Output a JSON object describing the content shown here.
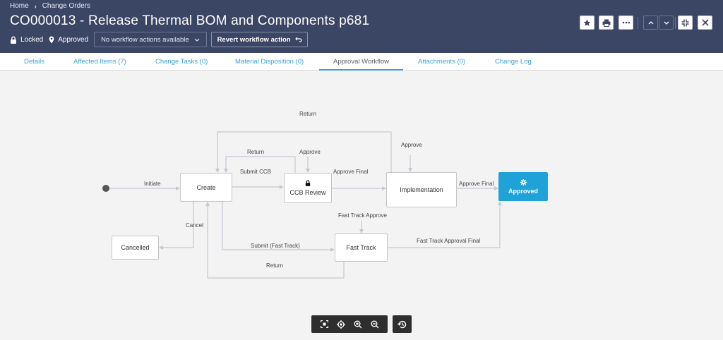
{
  "breadcrumb": {
    "home": "Home",
    "section": "Change Orders"
  },
  "title": "CO000013 - Release Thermal BOM and Components p681",
  "status": {
    "lock": "Locked",
    "state": "Approved"
  },
  "workflow_select": {
    "value": "No workflow actions available"
  },
  "revert_button": {
    "label": "Revert workflow action"
  },
  "tabs": [
    {
      "label": "Details"
    },
    {
      "label": "Affected Items (7)"
    },
    {
      "label": "Change Tasks (0)"
    },
    {
      "label": "Material Disposition (0)"
    },
    {
      "label": "Approval Workflow",
      "active": true
    },
    {
      "label": "Attachments (0)"
    },
    {
      "label": "Change Log"
    }
  ],
  "nodes": {
    "create": "Create",
    "ccb_review": "CCB Review",
    "implementation": "Implementation",
    "approved": "Approved",
    "cancelled": "Cancelled",
    "fast_track": "Fast Track"
  },
  "edges": {
    "initiate": "Initiate",
    "return_top": "Return",
    "return_ccb": "Return",
    "approve_ccb": "Approve",
    "submit_ccb": "Submit CCB",
    "approve_final": "Approve Final",
    "approve_impl": "Approve",
    "approve_final_impl": "Approve Final",
    "fast_track_approve": "Fast Track Approve",
    "cancel": "Cancel",
    "submit_fast_track": "Submit (Fast Track)",
    "fast_track_approval_final": "Fast Track Approval Final",
    "return_bottom": "Return"
  },
  "colors": {
    "header_bg": "#3b4564",
    "tab_accent": "#3ea3cf",
    "approved_fill": "#1ea2d8",
    "edge_line": "#c3c8d2"
  },
  "icons": {
    "lock": "lock-icon",
    "location": "map-pin-icon",
    "star": "star-icon",
    "print": "print-icon",
    "more": "more-icon",
    "up": "chevron-up-icon",
    "down": "chevron-down-icon",
    "collapse": "collapse-icon",
    "close": "close-icon",
    "fit": "fit-screen-icon",
    "center": "crosshair-icon",
    "zoom_in": "zoom-in-icon",
    "zoom_out": "zoom-out-icon",
    "history": "history-icon",
    "gear": "gear-icon",
    "undo": "undo-icon"
  }
}
